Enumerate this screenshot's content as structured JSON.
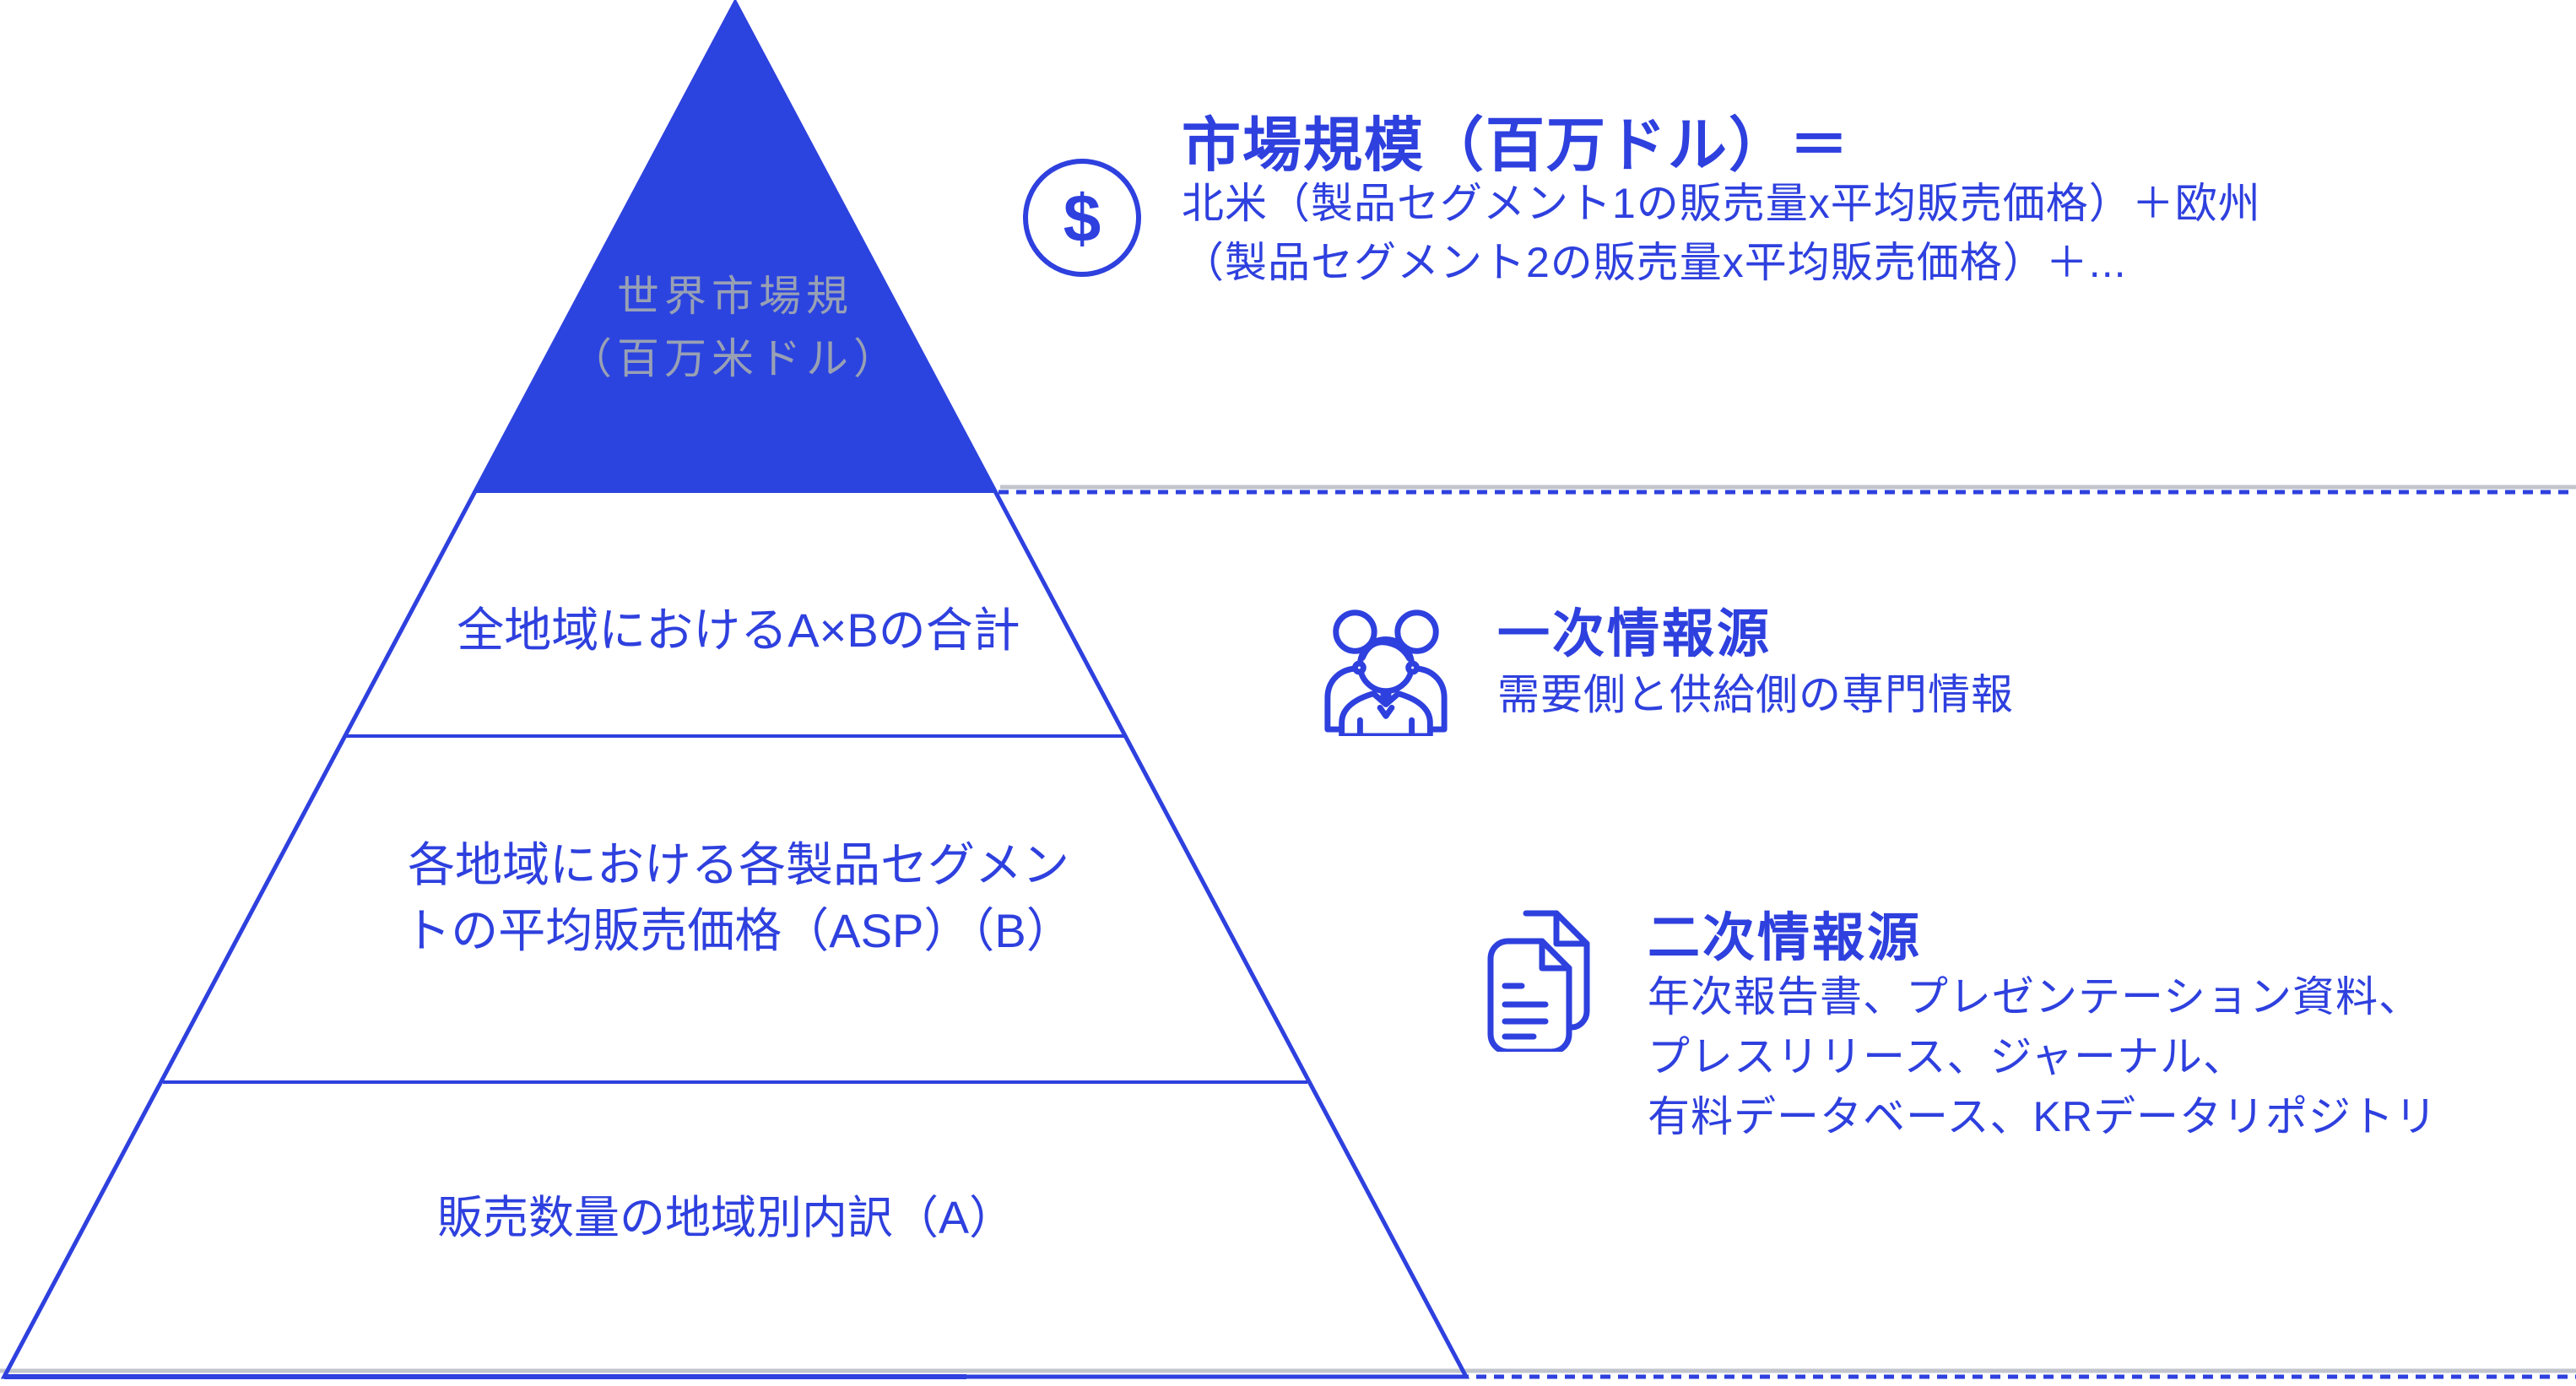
{
  "colors": {
    "accent": "#2e40de",
    "pyramid_fill": "#2c44df",
    "apex_text": "#98a0b4"
  },
  "pyramid": {
    "apex_label": "世界市場規\n（百万米ドル）",
    "layers": [
      {
        "label": "全地域におけるA×Bの合計"
      },
      {
        "label": "各地域における各製品セグメン\nトの平均販売価格（ASP）（B）"
      },
      {
        "label": "販売数量の地域別内訳（A）"
      }
    ]
  },
  "formula": {
    "icon": "dollar-icon",
    "dollar_sign": "$",
    "title": "市場規模（百万ドル）＝",
    "body": "北米（製品セグメント1の販売量x平均販売価格）＋欧州\n（製品セグメント2の販売量x平均販売価格）＋..."
  },
  "primary_sources": {
    "icon": "people-icon",
    "title": "一次情報源",
    "description": "需要側と供給側の専門情報"
  },
  "secondary_sources": {
    "icon": "documents-icon",
    "title": "二次情報源",
    "description": "年次報告書、プレゼンテーション資料、\nプレスリリース、ジャーナル、\n有料データベース、KRデータリポジトリ"
  }
}
